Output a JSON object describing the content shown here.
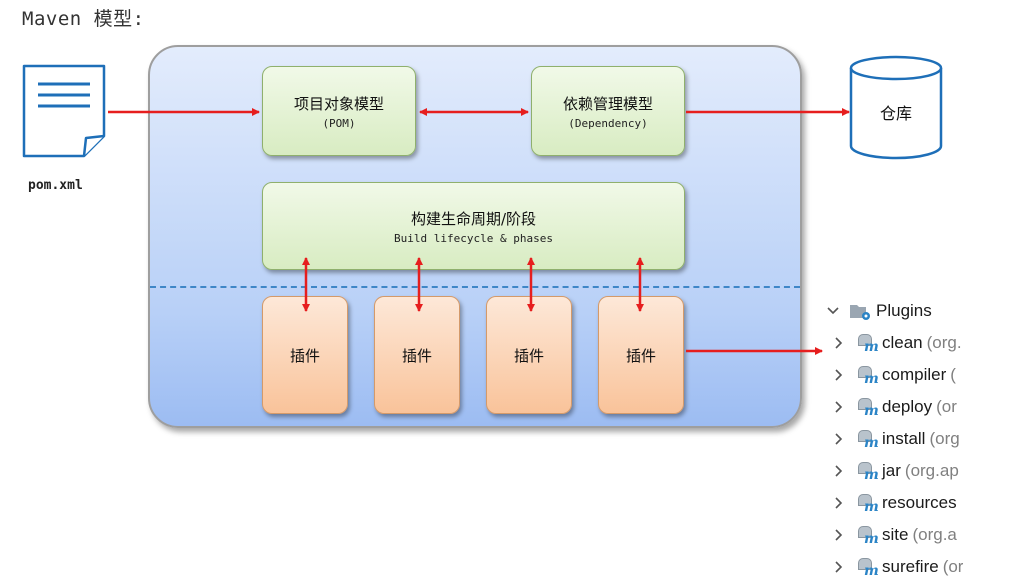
{
  "heading": "Maven 模型:",
  "pom": {
    "label": "pom.xml"
  },
  "pom_model": {
    "title": "项目对象模型",
    "subtitle": "(POM)"
  },
  "dependency_model": {
    "title": "依赖管理模型",
    "subtitle": "(Dependency)"
  },
  "repository": {
    "label": "仓库"
  },
  "lifecycle": {
    "title": "构建生命周期/阶段",
    "subtitle": "Build lifecycle & phases"
  },
  "plugin_boxes": [
    "插件",
    "插件",
    "插件",
    "插件"
  ],
  "colors": {
    "arrow": "#e61e1e",
    "dashed": "#3f86c7",
    "repo_stroke": "#1e6fb8",
    "maven_m": "#2b84c6"
  },
  "tree": {
    "root_label": "Plugins",
    "root_icon": "plugins-folder-icon",
    "items": [
      {
        "name": "clean",
        "group": "(org."
      },
      {
        "name": "compiler",
        "group": "("
      },
      {
        "name": "deploy",
        "group": "(or"
      },
      {
        "name": "install",
        "group": "(org"
      },
      {
        "name": "jar",
        "group": "(org.ap"
      },
      {
        "name": "resources",
        "group": ""
      },
      {
        "name": "site",
        "group": "(org.a"
      },
      {
        "name": "surefire",
        "group": "(or"
      }
    ]
  }
}
